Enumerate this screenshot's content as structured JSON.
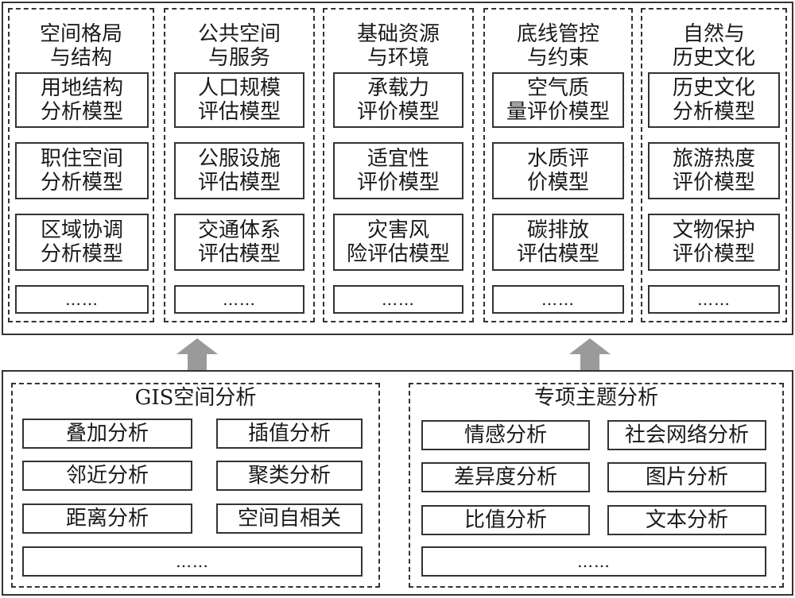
{
  "top": {
    "columns": [
      {
        "title": "空间格局\n与结构",
        "items": [
          "用地结构\n分析模型",
          "职住空间\n分析模型",
          "区域协调\n分析模型",
          "……"
        ]
      },
      {
        "title": "公共空间\n与服务",
        "items": [
          "人口规模\n评估模型",
          "公服设施\n评估模型",
          "交通体系\n评估模型",
          "……"
        ]
      },
      {
        "title": "基础资源\n与环境",
        "items": [
          "承载力\n评价模型",
          "适宜性\n评价模型",
          "灾害风\n险评估模型",
          "……"
        ]
      },
      {
        "title": "底线管控\n与约束",
        "items": [
          "空气质\n量评价模型",
          "水质评\n价模型",
          "碳排放\n评估模型",
          "……"
        ]
      },
      {
        "title": "自然与\n历史文化",
        "items": [
          "历史文化\n分析模型",
          "旅游热度\n评价模型",
          "文物保护\n评价模型",
          "……"
        ]
      }
    ]
  },
  "bottom": {
    "gis": {
      "title": "GIS空间分析",
      "items": [
        "叠加分析",
        "插值分析",
        "邻近分析",
        "聚类分析",
        "距离分析",
        "空间自相关"
      ],
      "more": "……"
    },
    "thematic": {
      "title": "专项主题分析",
      "items": [
        "情感分析",
        "社会网络分析",
        "差异度分析",
        "图片分析",
        "比值分析",
        "文本分析"
      ],
      "more": "……"
    }
  }
}
